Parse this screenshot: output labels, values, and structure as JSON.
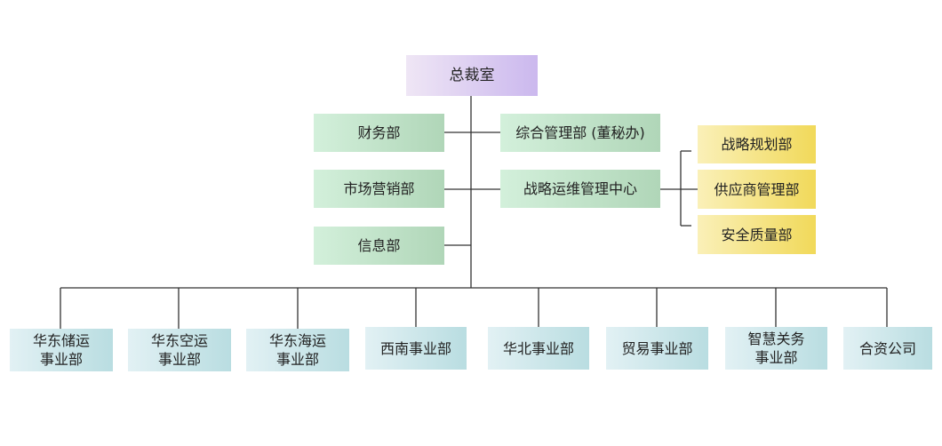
{
  "root": {
    "label": "总裁室"
  },
  "left_depts": [
    {
      "label": "财务部"
    },
    {
      "label": "市场营销部"
    },
    {
      "label": "信息部"
    }
  ],
  "right_depts": [
    {
      "label": "综合管理部 (董秘办)"
    },
    {
      "label": "战略运维管理中心"
    }
  ],
  "center_sub": [
    {
      "label": "战略规划部"
    },
    {
      "label": "供应商管理部"
    },
    {
      "label": "安全质量部"
    }
  ],
  "business_units": [
    {
      "label": "华东储运\n事业部"
    },
    {
      "label": "华东空运\n事业部"
    },
    {
      "label": "华东海运\n事业部"
    },
    {
      "label": "西南事业部"
    },
    {
      "label": "华北事业部"
    },
    {
      "label": "贸易事业部"
    },
    {
      "label": "智慧关务\n事业部"
    },
    {
      "label": "合资公司"
    }
  ],
  "colors": {
    "line": "#333333",
    "root": "#cbb8ee",
    "green": "#b0d6b8",
    "yellow": "#f1d95a",
    "blue": "#b9dde1"
  }
}
